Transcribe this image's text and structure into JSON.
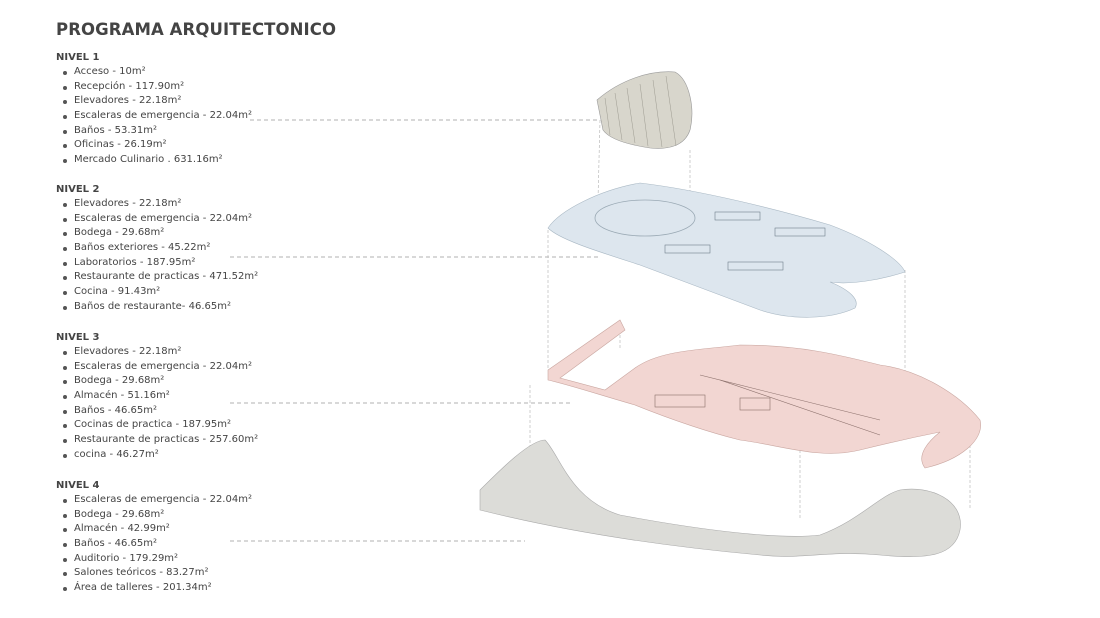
{
  "title": "PROGRAMA ARQUITECTONICO",
  "levels": [
    {
      "name": "NIVEL 1",
      "items": [
        "Acceso - 10m²",
        "Recepción - 117.90m²",
        "Elevadores - 22.18m²",
        "Escaleras de emergencia - 22.04m²",
        "Baños - 53.31m²",
        "Oficinas - 26.19m²",
        "Mercado Culinario . 631.16m²"
      ]
    },
    {
      "name": "NIVEL 2",
      "items": [
        "Elevadores - 22.18m²",
        "Escaleras de emergencia - 22.04m²",
        "Bodega - 29.68m²",
        "Baños exteriores - 45.22m²",
        "Laboratorios - 187.95m²",
        "Restaurante de practicas - 471.52m²",
        "Cocina - 91.43m²",
        "Baños de restaurante-  46.65m²"
      ]
    },
    {
      "name": "NIVEL 3",
      "items": [
        "Elevadores -  22.18m²",
        "Escaleras de emergencia - 22.04m²",
        "Bodega -  29.68m²",
        "Almacén -  51.16m²",
        "Baños - 46.65m²",
        "Cocinas de practica - 187.95m²",
        "Restaurante de practicas -  257.60m²",
        "cocina - 46.27m²"
      ]
    },
    {
      "name": "NIVEL 4",
      "items": [
        "Escaleras de emergencia -  22.04m²",
        "Bodega -  29.68m²",
        "Almacén -  42.99m²",
        "Baños -  46.65m²",
        "Auditorio -  179.29m²",
        "Salones teóricos -  83.27m²",
        "Área de talleres -  201.34m²"
      ]
    }
  ],
  "colors": {
    "roof": "#d8d6cc",
    "level2": "#dde6ee",
    "level3": "#f2d6d2",
    "level4": "#dcdcd8"
  }
}
